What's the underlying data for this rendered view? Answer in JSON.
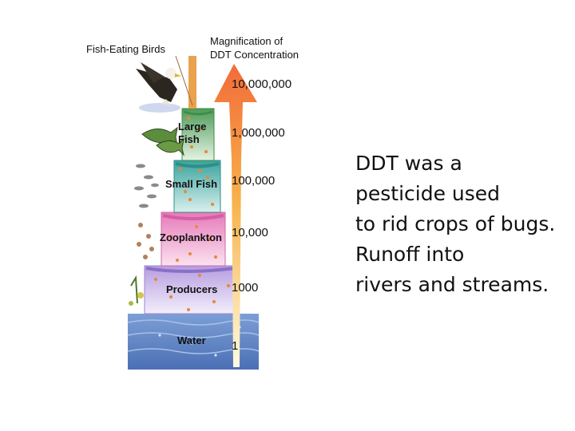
{
  "diagram": {
    "top_label": "Fish-Eating Birds",
    "axis_title_line1": "Magnification of",
    "axis_title_line2": "DDT Concentration",
    "levels": [
      {
        "name": "Large",
        "name2": "Fish",
        "value": "1,000,000"
      },
      {
        "name": "Small Fish",
        "value": "100,000"
      },
      {
        "name": "Zooplankton",
        "value": "10,000"
      },
      {
        "name": "Producers",
        "value": "1000"
      },
      {
        "name": "Water",
        "value": "1"
      }
    ],
    "peak_value": "10,000,000",
    "colors": {
      "water": "#5a7fbf",
      "producers": "#a78fd6",
      "zooplankton": "#ec8fc4",
      "small_fish": "#4fb0a8",
      "large_fish": "#5fa36a",
      "bird_column": "#e9a24e",
      "arrow_top": "#f26b3a",
      "arrow_bottom": "#fff7c0"
    }
  },
  "caption": {
    "lines": [
      "DDT was a",
      "pesticide used",
      "to rid crops of bugs.",
      "Runoff into",
      "rivers and streams."
    ]
  }
}
